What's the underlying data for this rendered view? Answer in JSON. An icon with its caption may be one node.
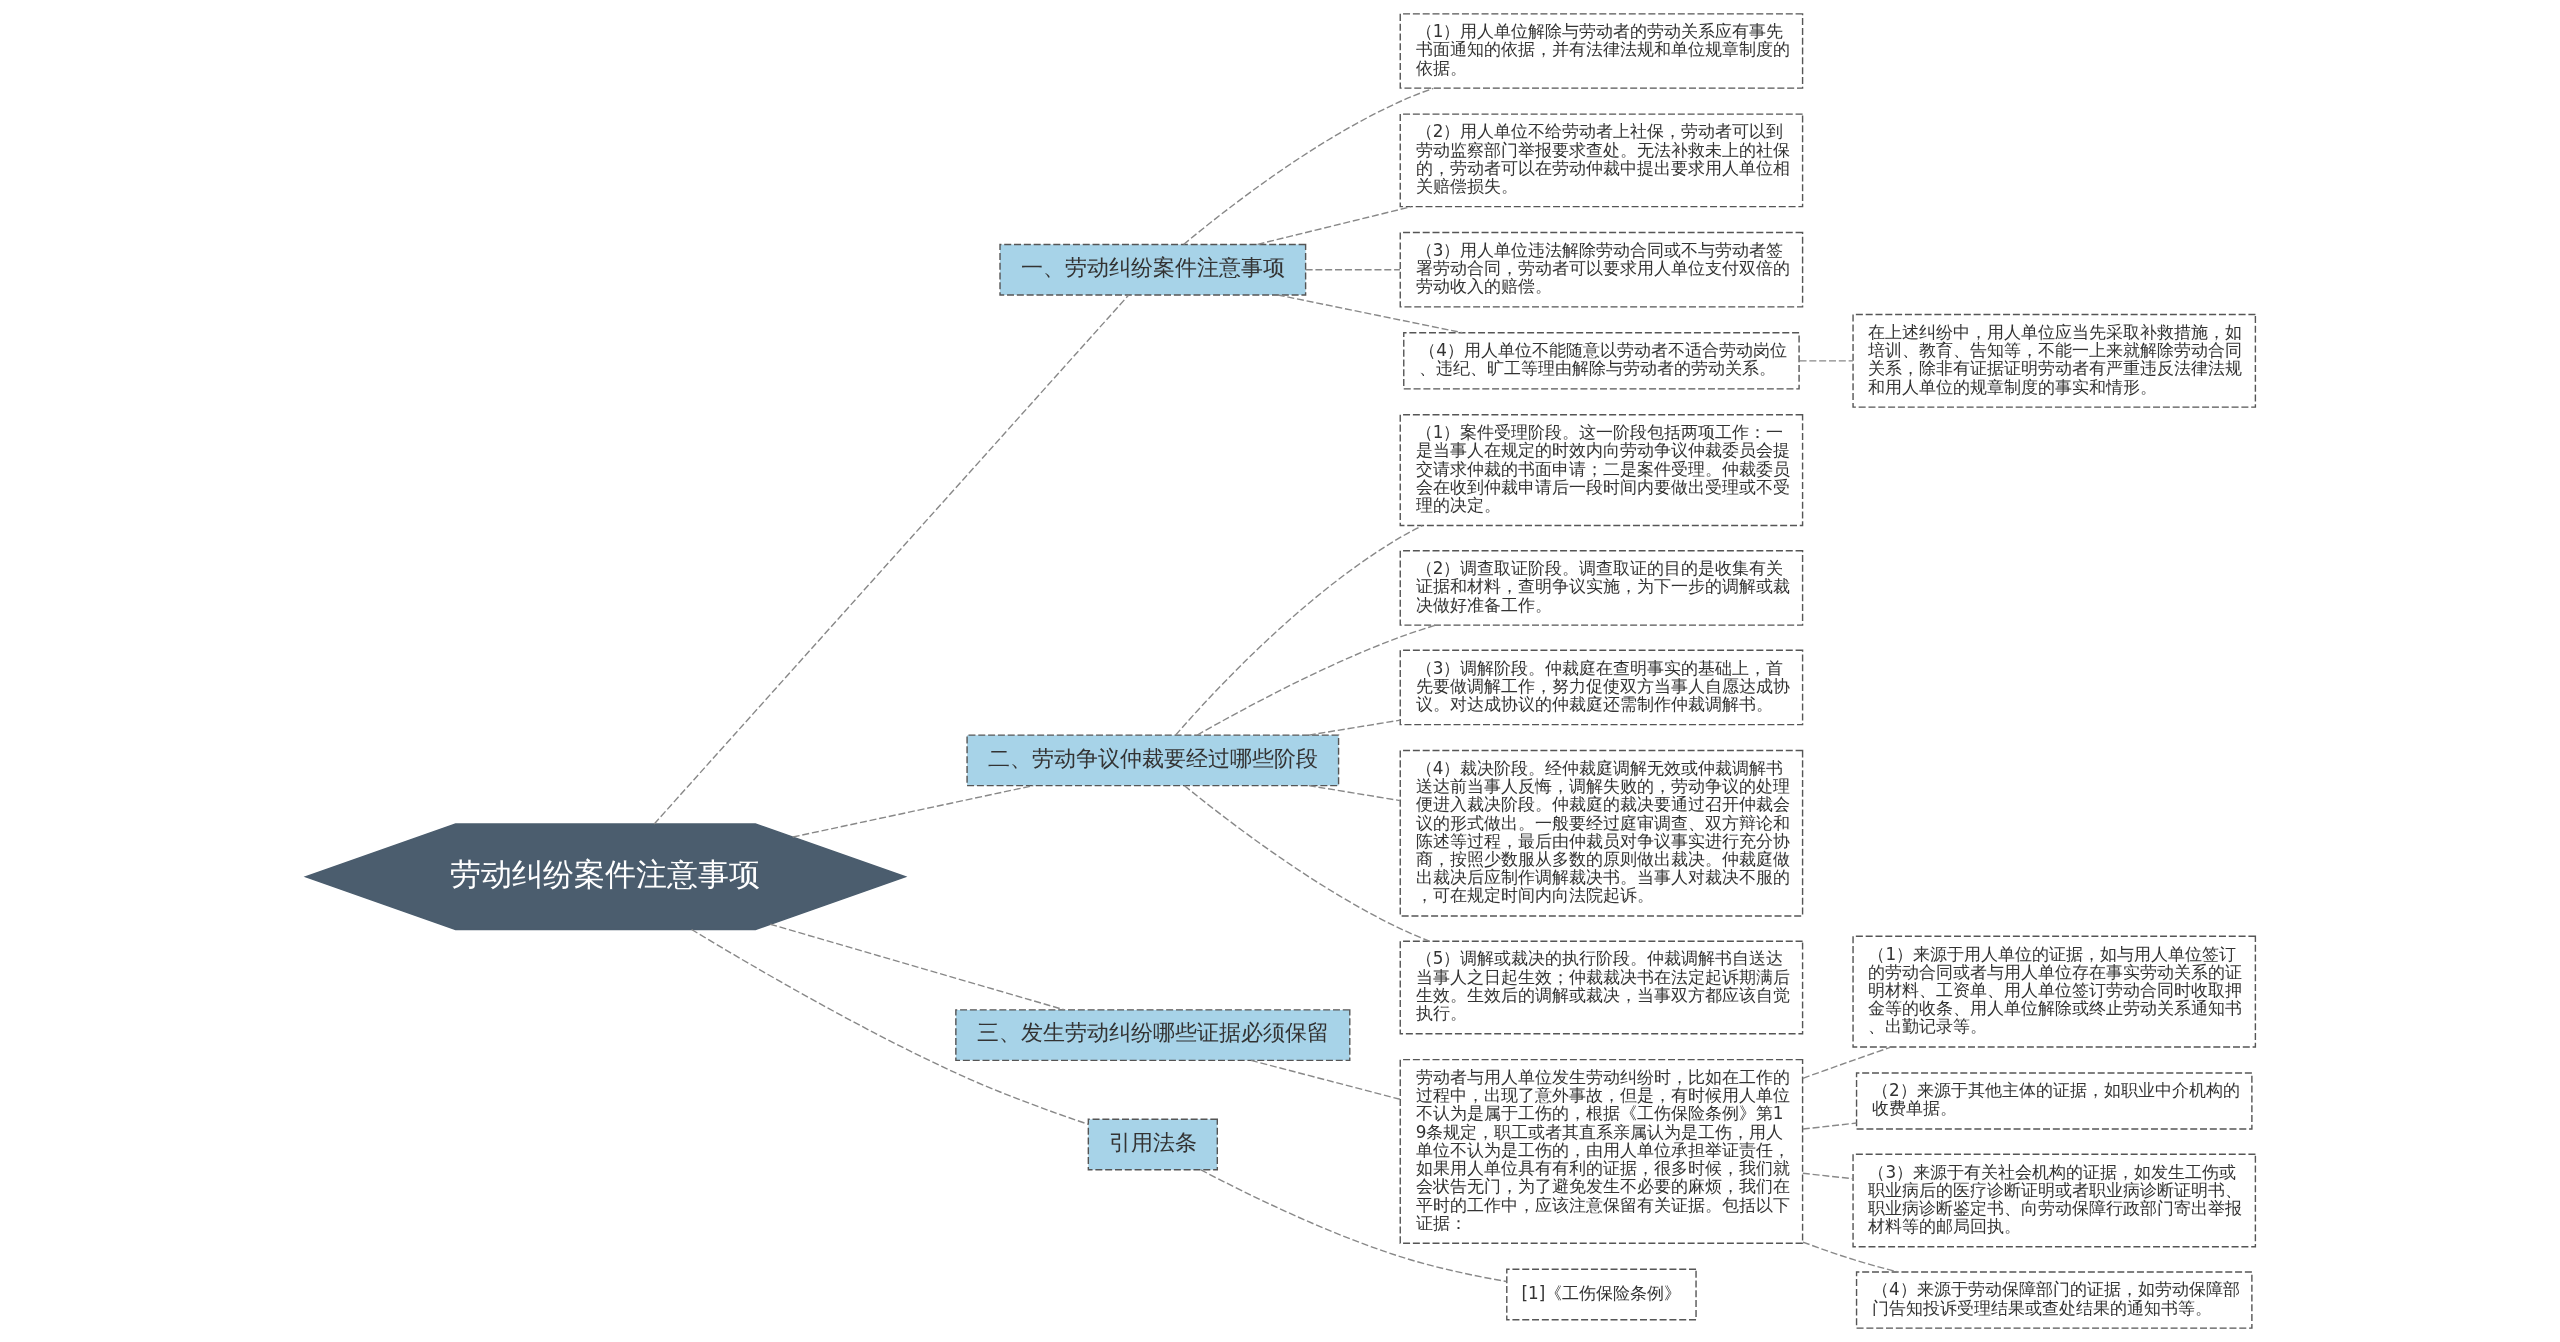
{
  "diagram": {
    "nodes": [
      {
        "text": [
          "劳动纠纷案件注意事项"
        ]
      },
      {
        "text": [
          "一、劳动纠纷案件注意事项"
        ]
      },
      {
        "text": [
          "（1）用人单位解除与劳动者的劳动关系应有事先书面通知的依据，并有法律法规和单位规章制度的依据。"
        ]
      },
      {
        "text": [
          "（2）用人单位不给劳动者上社保，劳动者可以到劳动监察部门举报要求查处。无法补救未上的社保的，劳动者可以在劳动仲裁中提出要求用人单位相关赔偿损失。"
        ]
      },
      {
        "text": [
          "（3）用人单位违法解除劳动合同或不与劳动者签署劳动合同，劳动者可以要求用人单位支付双倍的劳动收入的赔偿。"
        ]
      },
      {
        "text": [
          "（4）用人单位不能随意以劳动者不适合劳动岗位、违纪、旷工等理由解除与劳动者的劳动关系。"
        ]
      },
      {
        "text": [
          "在上述纠纷中，用人单位应当先采取补救措施，如培训、教育、告知等，不能一上来就解除劳动合同关系，除非有证据证明劳动者有严重违反法律法规和用人单位的规章制度的事实和情形。"
        ]
      },
      {
        "text": [
          "二、劳动争议仲裁要经过哪些阶段"
        ]
      },
      {
        "text": [
          "（1）案件受理阶段。这一阶段包括两项工作：一是当事人在规定的时效内向劳动争议仲裁委员会提交请求仲裁的书面申请；二是案件受理。仲裁委员会在收到仲裁申请后一段时间内要做出受理或不受理的决定。"
        ]
      },
      {
        "text": [
          "（2）调查取证阶段。调查取证的目的是收集有关证据和材料，查明争议实施，为下一步的调解或裁决做好准备工作。"
        ]
      },
      {
        "text": [
          "（3）调解阶段。仲裁庭在查明事实的基础上，首先要做调解工作，努力促使双方当事人自愿达成协议。对达成协议的仲裁庭还需制作仲裁调解书。"
        ]
      },
      {
        "text": [
          "（4）裁决阶段。经仲裁庭调解无效或仲裁调解书送达前当事人反悔，调解失败的，劳动争议的处理便进入裁决阶段。仲裁庭的裁决要通过召开仲裁会议的形式做出。一般要经过庭审调查、双方辩论和陈述等过程，最后由仲裁员对争议事实进行充分协商，按照少数服从多数的原则做出裁决。仲裁庭做出裁决后应制作调解裁决书。当事人对裁决不服的，可在规定时间内向法院起诉。"
        ]
      },
      {
        "text": [
          "（5）调解或裁决的执行阶段。仲裁调解书自送达当事人之日起生效；仲裁裁决书在法定起诉期满后生效。生效后的调解或裁决，当事双方都应该自觉执行。"
        ]
      },
      {
        "text": [
          "三、发生劳动纠纷哪些证据必须保留"
        ]
      },
      {
        "text": [
          "劳动者与用人单位发生劳动纠纷时，比如在工作的过程中，出现了意外事故，但是，有时候用人单位不认为是属于工伤的，根据《工伤保险条例》第19条规定，职工或者其直系亲属认为是工伤，用人单位不认为是工伤的，由用人单位承担举证责任，如果用人单位具有有利的证据，很多时候，我们就会状告无门，为了避免发生不必要的麻烦，我们在平时的工作中，应该注意保留有关证据。包括以下证据："
        ]
      },
      {
        "text": [
          "（1）来源于用人单位的证据，如与用人单位签订的劳动合同或者与用人单位存在事实劳动关系的证明材料、工资单、用人单位签订劳动合同时收取押金等的收条、用人单位解除或终止劳动关系通知书、出勤记录等。"
        ]
      },
      {
        "text": [
          "（2）来源于其他主体的证据，如职业中介机构的收费单据。"
        ]
      },
      {
        "text": [
          "（3）来源于有关社会机构的证据，如发生工伤或职业病后的医疗诊断证明或者职业病诊断证明书、职业病诊断鉴定书、向劳动保障行政部门寄出举报材料等的邮局回执。"
        ]
      },
      {
        "text": [
          "（4）来源于劳动保障部门的证据，如劳动保障部门告知投诉受理结果或查处结果的通知书等。"
        ]
      },
      {
        "text": [
          "引用法条"
        ]
      },
      {
        "text": [
          "[1]《工伤保险条例》"
        ]
      }
    ],
    "edges": [
      {
        "from": 0,
        "to": 1,
        "arrow": "none",
        "style": "dashed"
      },
      {
        "from": 1,
        "to": 2,
        "arrow": "none",
        "style": "dashed"
      },
      {
        "from": 1,
        "to": 3,
        "arrow": "none",
        "style": "dashed"
      },
      {
        "from": 1,
        "to": 4,
        "arrow": "none",
        "style": "dashed"
      },
      {
        "from": 1,
        "to": 5,
        "arrow": "none",
        "style": "dashed"
      },
      {
        "from": 5,
        "to": 6,
        "arrow": "none",
        "style": "dashed"
      },
      {
        "from": 0,
        "to": 7,
        "arrow": "none",
        "style": "dashed"
      },
      {
        "from": 7,
        "to": 8,
        "arrow": "none",
        "style": "dashed"
      },
      {
        "from": 7,
        "to": 9,
        "arrow": "none",
        "style": "dashed"
      },
      {
        "from": 7,
        "to": 10,
        "arrow": "none",
        "style": "dashed"
      },
      {
        "from": 7,
        "to": 11,
        "arrow": "none",
        "style": "dashed"
      },
      {
        "from": 7,
        "to": 12,
        "arrow": "none",
        "style": "dashed"
      },
      {
        "from": 0,
        "to": 13,
        "arrow": "none",
        "style": "dashed"
      },
      {
        "from": 13,
        "to": 14,
        "arrow": "none",
        "style": "dashed"
      },
      {
        "from": 14,
        "to": 15,
        "arrow": "none",
        "style": "dashed"
      },
      {
        "from": 14,
        "to": 16,
        "arrow": "none",
        "style": "dashed"
      },
      {
        "from": 14,
        "to": 17,
        "arrow": "none",
        "style": "dashed"
      },
      {
        "from": 14,
        "to": 18,
        "arrow": "none",
        "style": "dashed"
      },
      {
        "from": 0,
        "to": 19,
        "arrow": "none",
        "style": "dashed"
      },
      {
        "from": 19,
        "to": 20,
        "arrow": "none",
        "style": "dashed"
      }
    ]
  }
}
